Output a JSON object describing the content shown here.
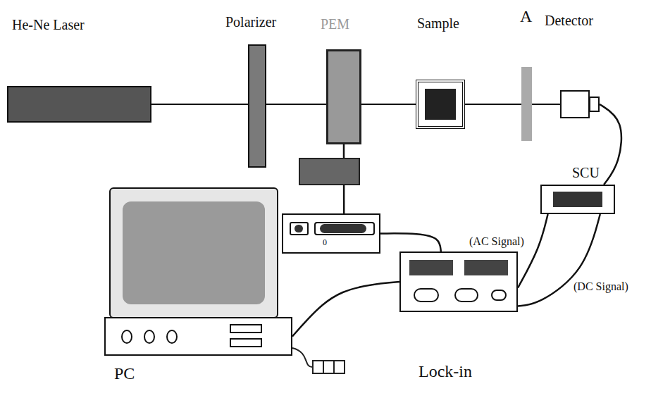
{
  "diagram": {
    "nodes": [
      {
        "text": [
          "He-Ne Laser"
        ]
      },
      {
        "text": [
          "Polarizer"
        ]
      },
      {
        "text": [
          "PEM"
        ]
      },
      {
        "text": [
          "Sample"
        ]
      },
      {
        "text": [
          "A"
        ]
      },
      {
        "text": [
          "Detector"
        ]
      },
      {
        "text": [
          "0"
        ]
      },
      {
        "text": [
          "SCU"
        ]
      },
      {
        "text": [
          "Lock-in"
        ]
      },
      {
        "text": [
          "PC"
        ]
      }
    ],
    "edges": [
      {
        "from": 0,
        "to": 1,
        "arrow": "none"
      },
      {
        "from": 1,
        "to": 2,
        "arrow": "none"
      },
      {
        "from": 2,
        "to": 3,
        "arrow": "none"
      },
      {
        "from": 3,
        "to": 4,
        "arrow": "none"
      },
      {
        "from": 4,
        "to": 5,
        "arrow": "none"
      },
      {
        "from": 2,
        "to": 6,
        "arrow": "none"
      },
      {
        "from": 6,
        "to": 8,
        "arrow": "none"
      },
      {
        "from": 5,
        "to": 7,
        "arrow": "none"
      },
      {
        "from": 7,
        "to": 8,
        "label": "(AC Signal)",
        "arrow": "none"
      },
      {
        "from": 7,
        "to": 8,
        "label": "(DC Signal)",
        "arrow": "none"
      },
      {
        "from": 8,
        "to": 9,
        "arrow": "none"
      }
    ]
  }
}
